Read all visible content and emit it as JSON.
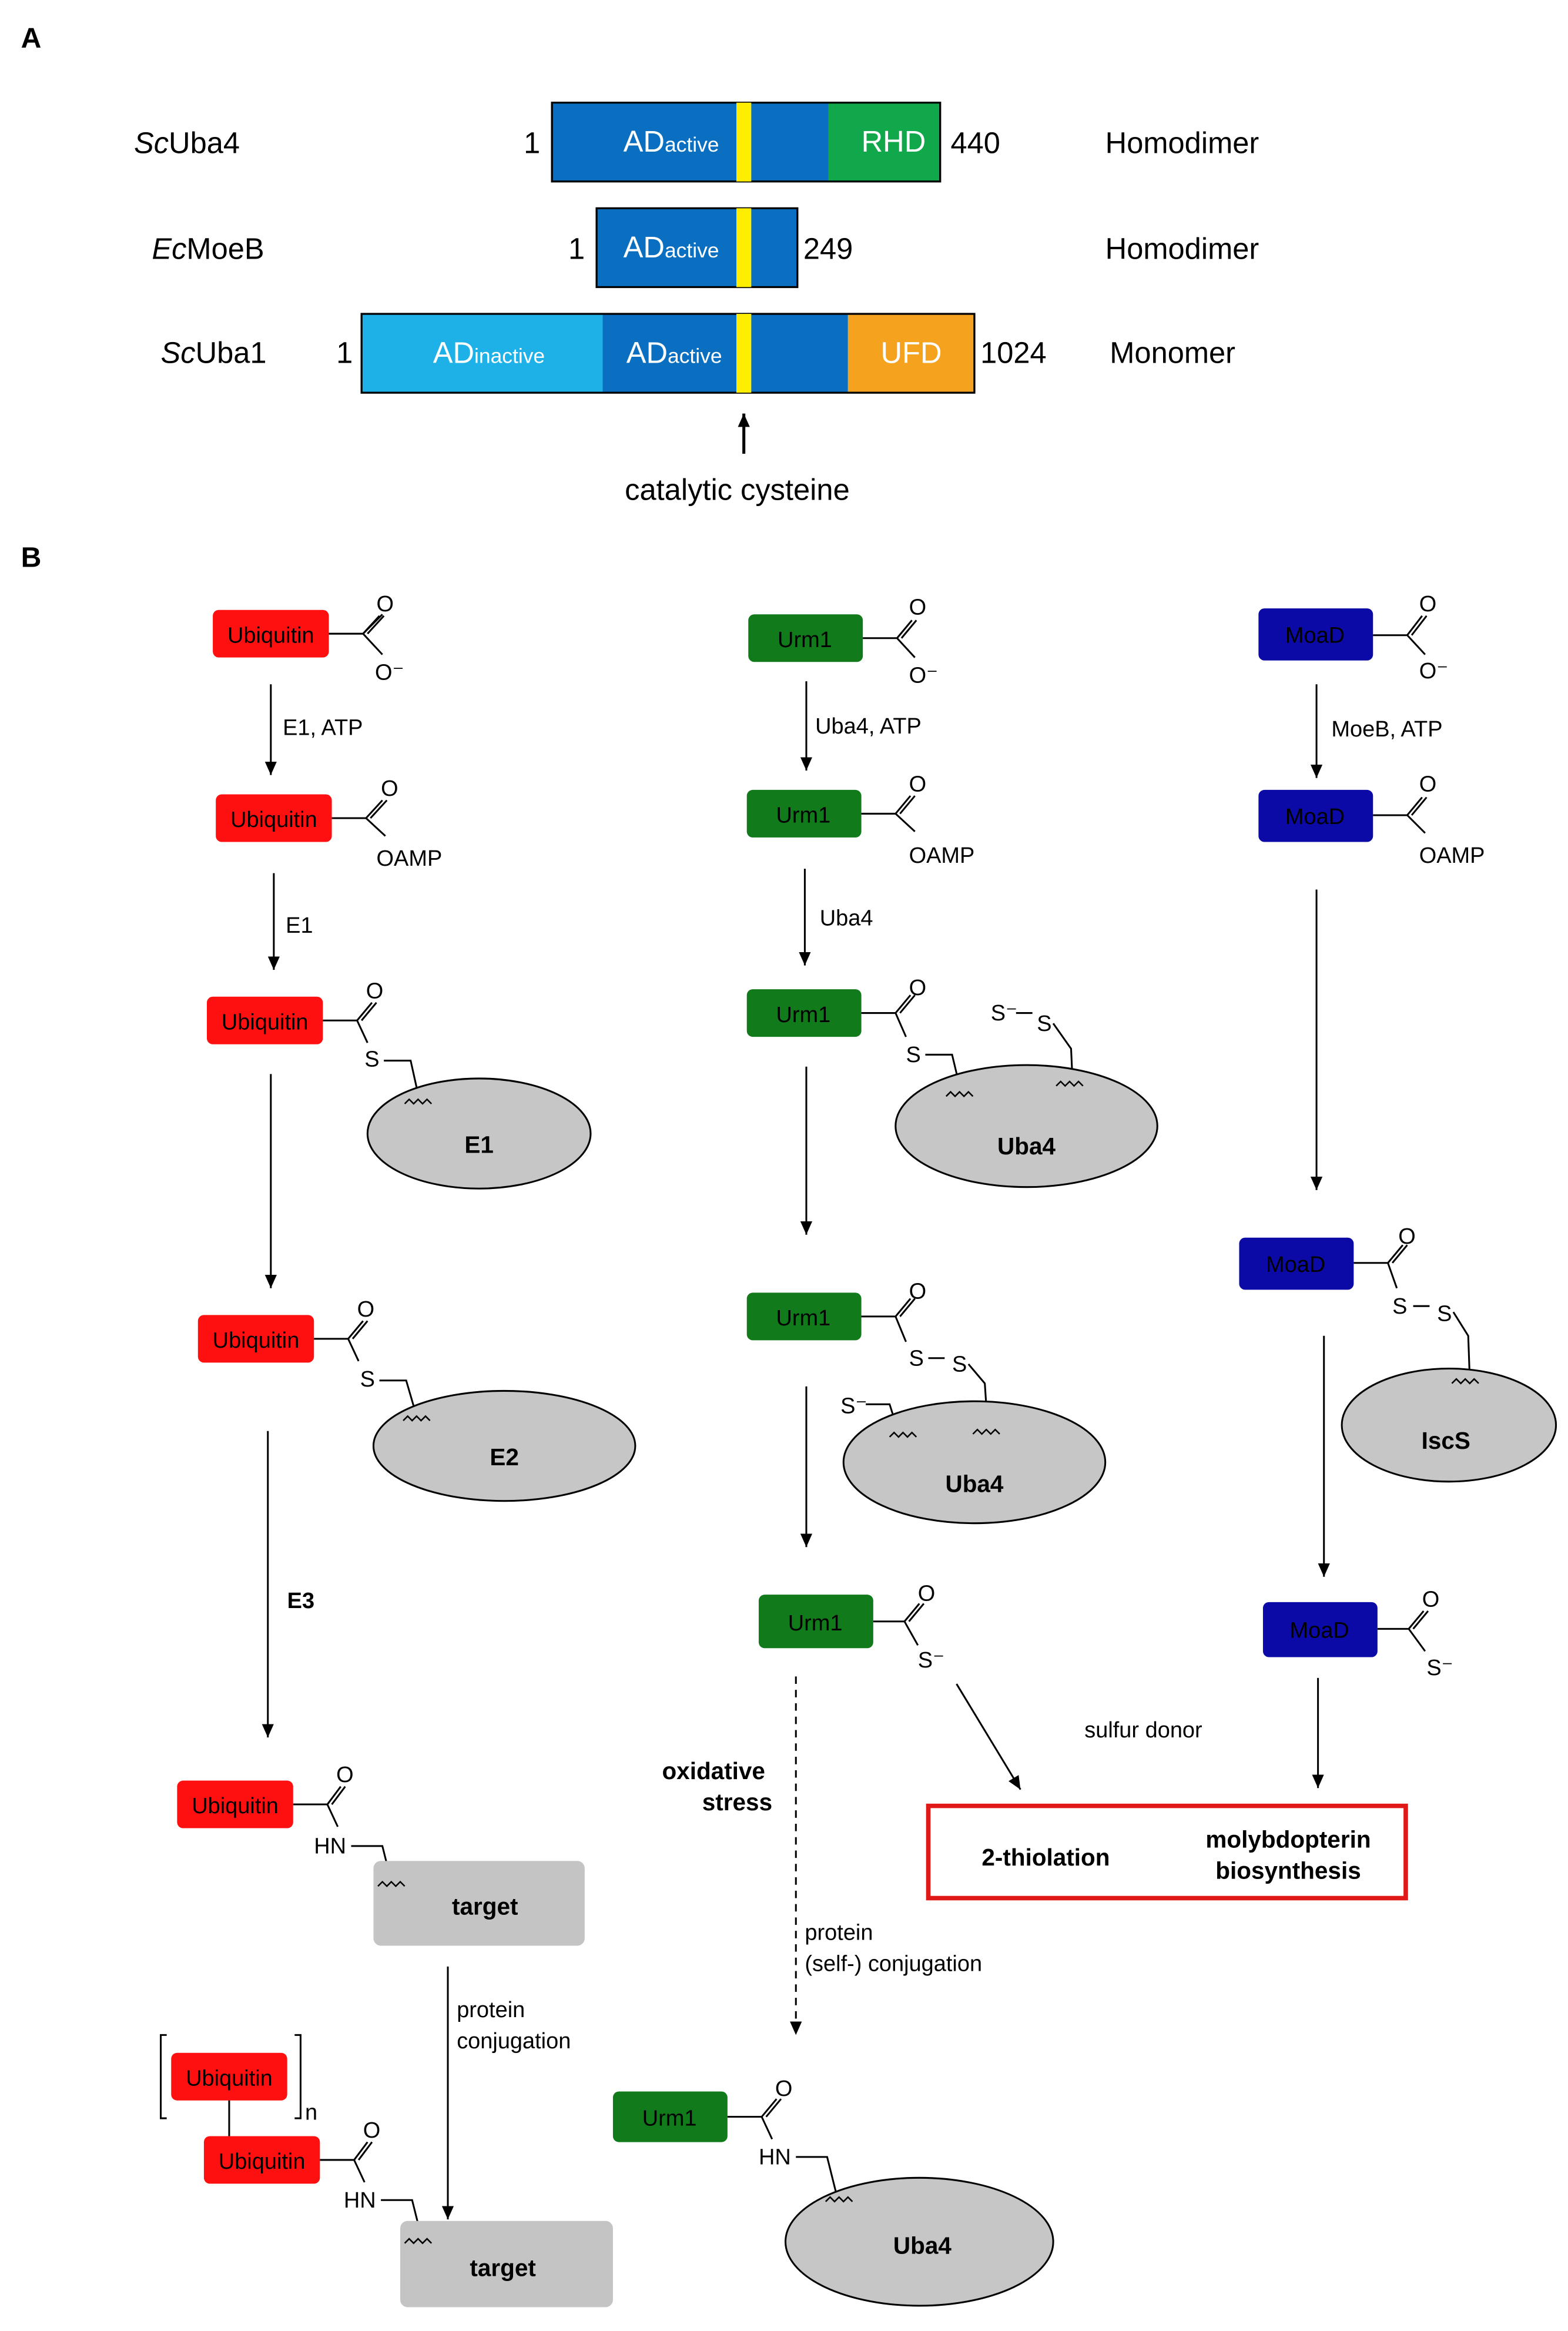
{
  "panel_a": {
    "label": "A",
    "rows": [
      {
        "prefix": "Sc",
        "name": "Uba4",
        "start": "1",
        "end": "440",
        "state": "Homodimer",
        "domains": {
          "ad_active": {
            "main": "AD",
            "sub": "active"
          },
          "rhd": "RHD"
        }
      },
      {
        "prefix": "Ec",
        "name": "MoeB",
        "start": "1",
        "end": "249",
        "state": "Homodimer",
        "domains": {
          "ad_active": {
            "main": "AD",
            "sub": "active"
          }
        }
      },
      {
        "prefix": "Sc",
        "name": "Uba1",
        "start": "1",
        "end": "1024",
        "state": "Monomer",
        "domains": {
          "ad_inactive": {
            "main": "AD",
            "sub": "inactive"
          },
          "ad_active": {
            "main": "AD",
            "sub": "active"
          },
          "ufd": "UFD"
        }
      }
    ],
    "annotation": "catalytic cysteine",
    "colors": {
      "ad_active": "#0a6fc0",
      "ad_inactive": "#1db1e8",
      "rhd": "#11a84b",
      "ufd": "#f5a21e",
      "cysteine": "#ffee00"
    }
  },
  "panel_b": {
    "label": "B",
    "proteins": {
      "ubiquitin": "Ubiquitin",
      "urm1": "Urm1",
      "moad": "MoaD"
    },
    "enzymes": {
      "e1": "E1",
      "e2": "E2",
      "uba4": "Uba4",
      "iscs": "IscS",
      "target": "target"
    },
    "atoms": {
      "o": "O",
      "o_minus": "O⁻",
      "oamp": "OAMP",
      "s": "S",
      "s_minus": "S⁻",
      "hn": "HN",
      "n": "n"
    },
    "steps": {
      "ubi_step1": "E1, ATP",
      "ubi_step2": "E1",
      "ubi_step3": "E3",
      "ubi_step4_line1": "protein",
      "ubi_step4_line2": "conjugation",
      "urm_step1": "Uba4, ATP",
      "urm_step2": "Uba4",
      "urm_conj_line1": "protein",
      "urm_conj_line2": "(self-) conjugation",
      "oxidative_line1": "oxidative",
      "oxidative_line2": "stress",
      "moad_step1": "MoeB, ATP",
      "sulfur_donor": "sulfur donor"
    },
    "outcomes": {
      "thiolation": "2-thiolation",
      "moly_line1": "molybdopterin",
      "moly_line2": "biosynthesis"
    },
    "colors": {
      "ubiquitin": "#ff1010",
      "urm1": "#117a1a",
      "moad": "#0b0aa6",
      "enzyme": "#c6c6c6",
      "target": "#c4c4c4",
      "outcome_border": "#e01818"
    }
  }
}
